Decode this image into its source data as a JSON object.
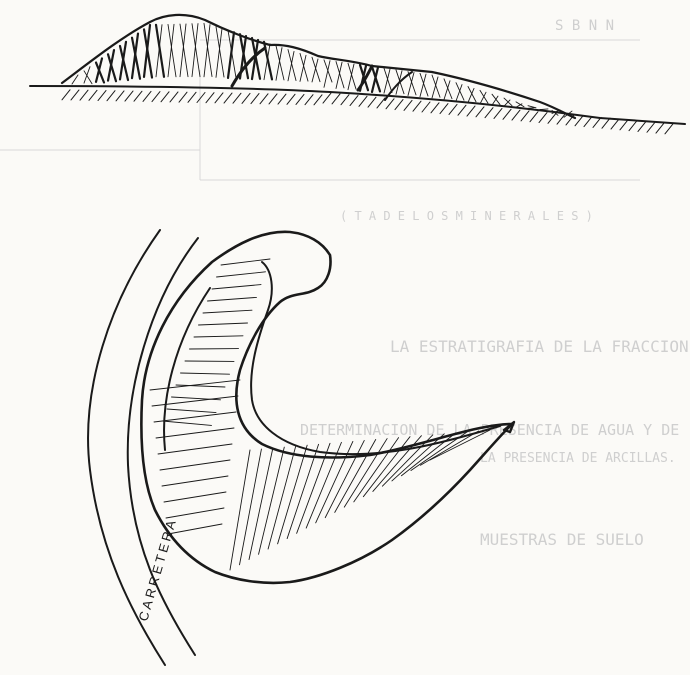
{
  "figure": {
    "road_label": "CARRETERA"
  },
  "bleed_through": {
    "top_letters": "S  B  N  N",
    "line1": "( T A  D E  L O S  M I N E R A L E S )",
    "line2": "LA ESTRATIGRAFIA DE LA FRACCION",
    "line3": "DETERMINACION DE LA PRESENCIA DE AGUA Y DE",
    "line4": "LA PRESENCIA DE ARCILLAS.",
    "line5": "MUESTRAS DE SUELO"
  },
  "colors": {
    "ink": "#1a1a1a",
    "paper": "#fbfaf7",
    "bleed": "#cfcfcf"
  }
}
